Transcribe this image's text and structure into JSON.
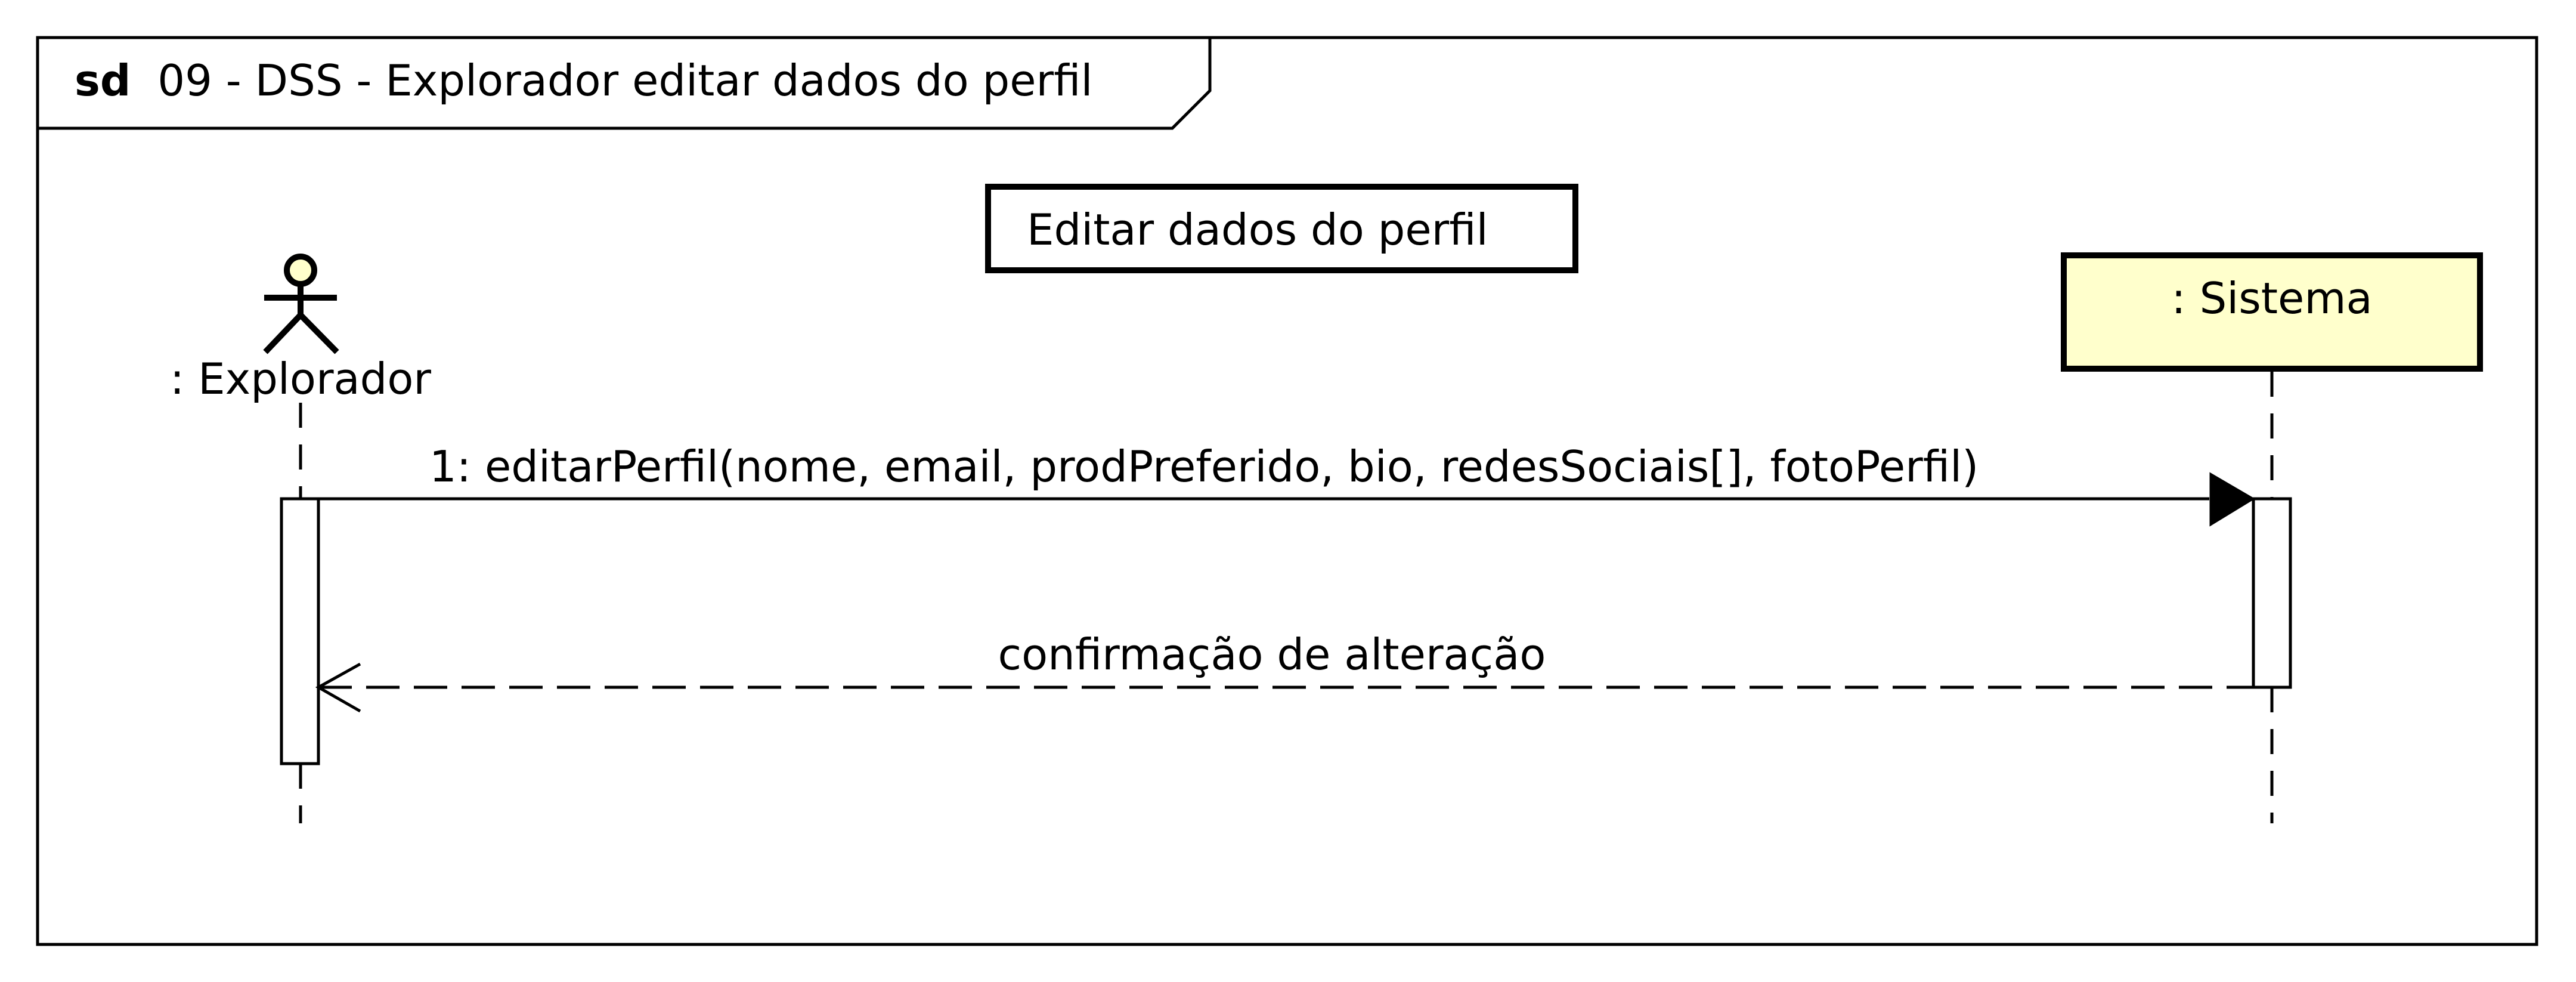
{
  "frame": {
    "keyword": "sd",
    "title": "09 - DSS - Explorador editar dados do perfil"
  },
  "use_case": {
    "label": "Editar dados do perfil"
  },
  "lifelines": {
    "actor": {
      "label": ": Explorador",
      "icon": "stick-figure-icon",
      "head_fill": "#ffffcc"
    },
    "system": {
      "label": ": Sistema",
      "fill": "#ffffcc"
    }
  },
  "messages": {
    "call": {
      "label": "1: editarPerfil(nome, email, prodPreferido, bio, redesSociais[], fotoPerfil)"
    },
    "reply": {
      "label": "confirmação de alteração"
    }
  }
}
